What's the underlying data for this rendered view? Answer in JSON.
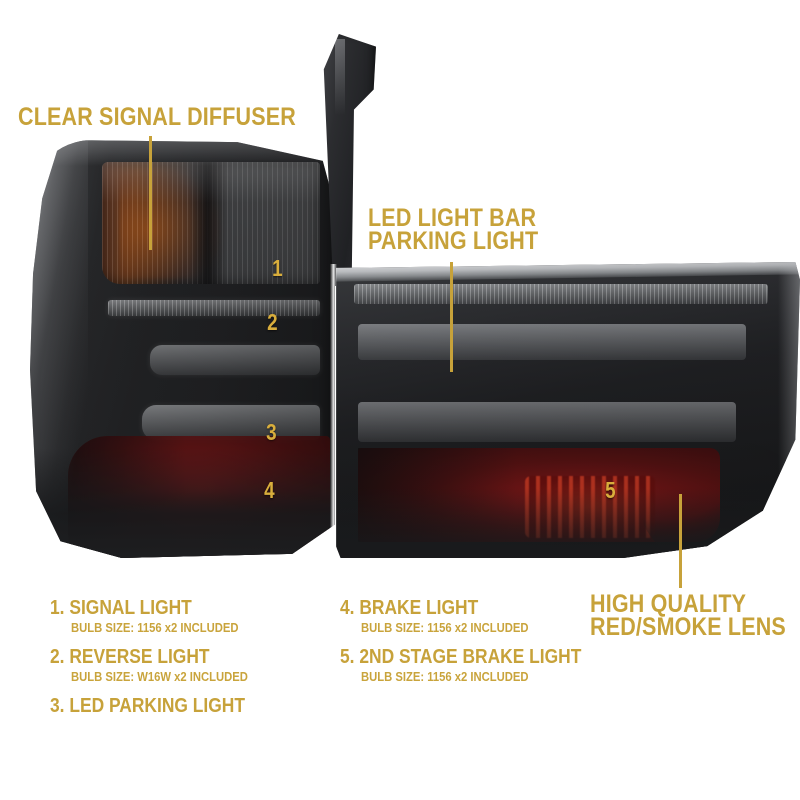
{
  "product": {
    "type": "tail-light-pair-infographic",
    "colors": {
      "gold": "#c7a23a",
      "number_gold": "#d9ae3c",
      "lens_red": "#8e1414",
      "lens_smoke": "#232426",
      "background": "#ffffff"
    }
  },
  "callouts": [
    {
      "id": "clear-signal-diffuser",
      "text": "CLEAR SIGNAL DIFFUSER",
      "lines": [
        "CLEAR SIGNAL DIFFUSER"
      ]
    },
    {
      "id": "led-light-bar-parking-light",
      "line1": "LED LIGHT BAR",
      "line2": "PARKING LIGHT"
    },
    {
      "id": "high-quality-red-smoke-lens",
      "line1": "HIGH QUALITY",
      "line2": "RED/SMOKE LENS"
    }
  ],
  "markers": [
    {
      "number": "1"
    },
    {
      "number": "2"
    },
    {
      "number": "3"
    },
    {
      "number": "4"
    },
    {
      "number": "5"
    }
  ],
  "legend": {
    "left_column": [
      {
        "title": "1. SIGNAL LIGHT",
        "sub": "BULB SIZE: 1156 x2 INCLUDED"
      },
      {
        "title": "2. REVERSE LIGHT",
        "sub": "BULB SIZE: W16W x2 INCLUDED"
      },
      {
        "title": "3. LED PARKING LIGHT",
        "sub": ""
      }
    ],
    "right_column": [
      {
        "title": "4. BRAKE LIGHT",
        "sub": "BULB SIZE: 1156 x2 INCLUDED"
      },
      {
        "title": "5. 2ND STAGE BRAKE LIGHT",
        "sub": "BULB SIZE: 1156 x2 INCLUDED"
      }
    ]
  }
}
